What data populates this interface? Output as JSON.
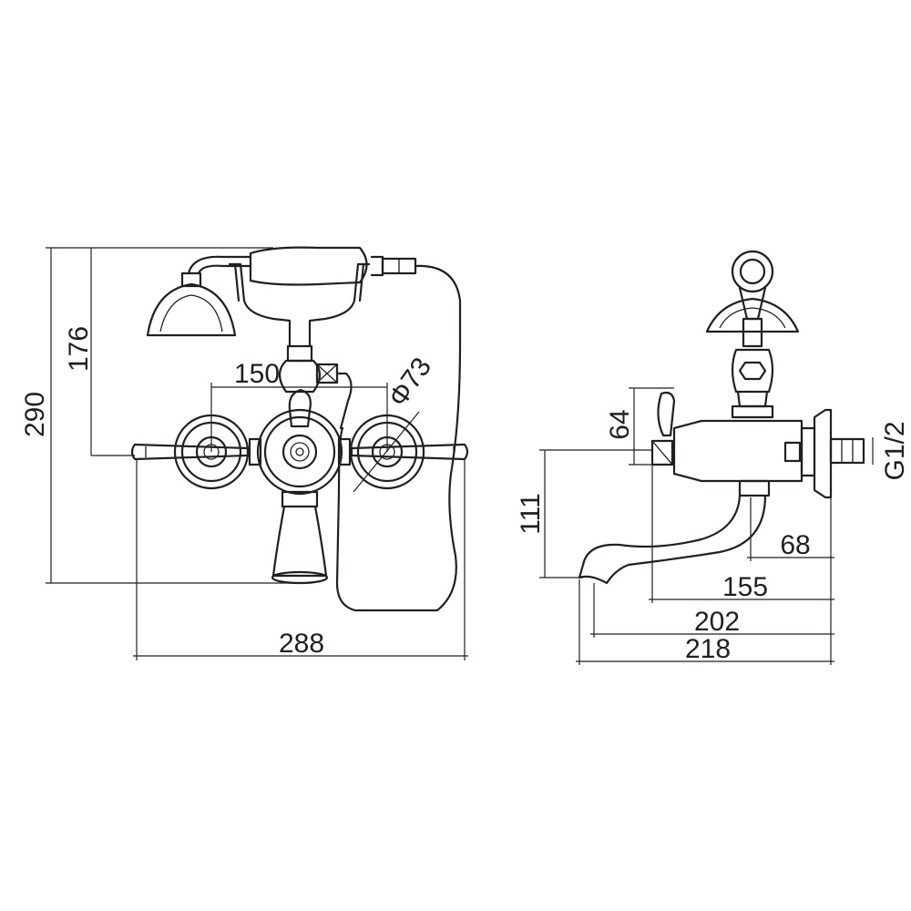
{
  "colors": {
    "line": "#231f20",
    "background": "#ffffff"
  },
  "front_view": {
    "dimensions": {
      "total_height": "290",
      "handshower_height": "176",
      "inlet_centers": "150",
      "escutcheon_diameter": "Φ73",
      "total_width": "288"
    }
  },
  "side_view": {
    "dimensions": {
      "lever_height": "64",
      "spout_height": "111",
      "connection_thread": "G1/2",
      "dim_68": "68",
      "dim_155": "155",
      "dim_202": "202",
      "dim_218": "218"
    }
  }
}
